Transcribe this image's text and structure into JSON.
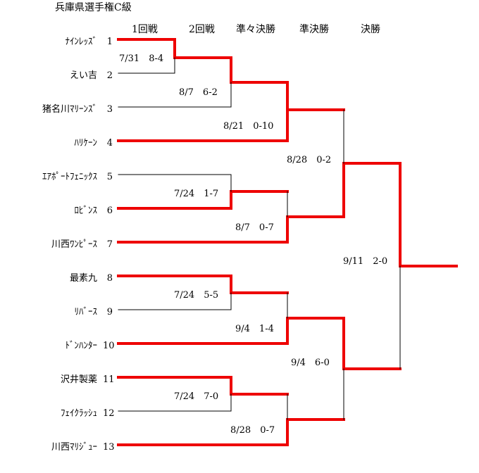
{
  "title": "兵庫県選手権C級",
  "rounds": [
    "1回戦",
    "2回戦",
    "準々決勝",
    "準決勝",
    "決勝"
  ],
  "teams": [
    {
      "name": "ﾅｲﾝﾚｯｽﾞ",
      "no": "1"
    },
    {
      "name": "えい吉",
      "no": "2"
    },
    {
      "name": "猪名川ﾏﾘｰﾝｽﾞ",
      "no": "3"
    },
    {
      "name": "ﾊﾘｹｰﾝ",
      "no": "4"
    },
    {
      "name": "ｴｱﾎﾟｰﾄﾌｪﾆｯｸｽ",
      "no": "5"
    },
    {
      "name": "ﾛﾋﾞﾝｽ",
      "no": "6"
    },
    {
      "name": "川西ﾜﾝﾋﾟｰｽ",
      "no": "7"
    },
    {
      "name": "最素九",
      "no": "8"
    },
    {
      "name": "ﾘﾊﾞｰｽ",
      "no": "9"
    },
    {
      "name": "ﾄﾞﾝﾊﾝﾀｰ",
      "no": "10"
    },
    {
      "name": "沢井製薬",
      "no": "11"
    },
    {
      "name": "ﾌｪｲｸﾗｯｼｭ",
      "no": "12"
    },
    {
      "name": "川西ﾏﾘｼﾞｭｰ",
      "no": "13"
    }
  ],
  "results": [
    "7/31　8-4",
    "8/7　6-2",
    "8/21　0-10",
    "8/28　0-2",
    "7/24　1-7",
    "8/7　0-7",
    "9/11　2-0",
    "7/24　5-5",
    "9/4　1-4",
    "9/4　6-0",
    "7/24　7-0",
    "8/28　0-7"
  ],
  "colors": {
    "winner_line": "#ee0000",
    "line": "#000000"
  }
}
